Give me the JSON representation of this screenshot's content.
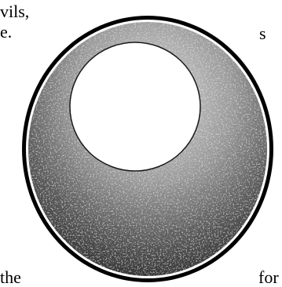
{
  "text_fragments": {
    "top_left_line1": "vils,",
    "top_left_line2": "e.",
    "top_right": "s",
    "bottom_left": "the",
    "bottom_right": "for"
  },
  "figure": {
    "shape": "ring with offset hole",
    "outer_fill_dark": "#3a3a3a",
    "outer_fill_light": "#cfcfcf",
    "border_color": "#000000",
    "hole_color": "#ffffff"
  }
}
